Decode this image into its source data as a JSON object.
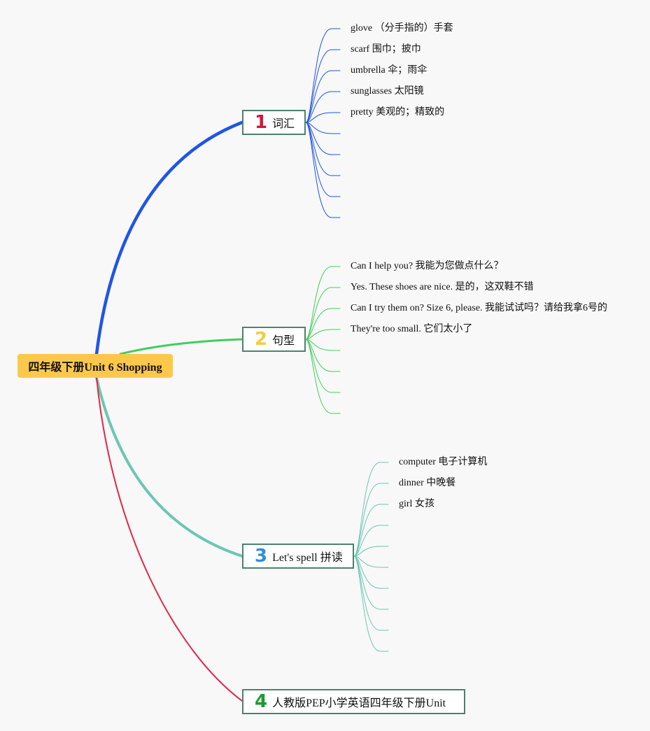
{
  "root": {
    "label": "四年级下册Unit 6 Shopping",
    "color": "#fcc84c"
  },
  "branches": [
    {
      "number": "1",
      "number_color": "#d3163c",
      "line_color": "#1f55e6",
      "label": "词汇",
      "leaves": [
        "glove （分手指的）手套",
        "scarf 围巾；披巾",
        "umbrella 伞；雨伞",
        "sunglasses 太阳镜",
        "pretty 美观的；精致的",
        "",
        "",
        "",
        "",
        ""
      ]
    },
    {
      "number": "2",
      "number_color": "#f3cc42",
      "line_color": "#3ecf5a",
      "label": "句型",
      "leaves": [
        "Can I help you? 我能为您做点什么？",
        "Yes. These shoes are nice. 是的，这双鞋不错",
        "Can I try them on? Size 6, please. 我能试试吗？请给我拿6号的",
        "They're too small. 它们太小了",
        "",
        "",
        "",
        ""
      ]
    },
    {
      "number": "3",
      "number_color": "#2f8fd8",
      "line_color": "#6dc6b2",
      "label": "Let's spell 拼读",
      "leaves": [
        "computer 电子计算机",
        "dinner 中晚餐",
        "girl 女孩",
        "",
        "",
        "",
        "",
        "",
        "",
        ""
      ]
    },
    {
      "number": "4",
      "number_color": "#1e9a30",
      "line_color": "#e0264a",
      "label": "人教版PEP小学英语四年级下册Unit"
    }
  ]
}
